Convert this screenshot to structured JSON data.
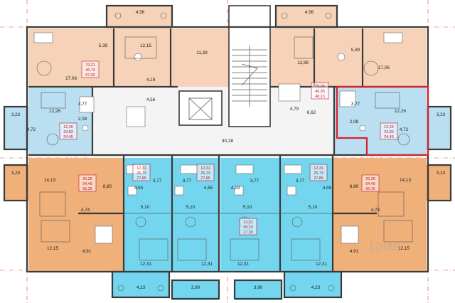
{
  "colors": {
    "peach": "#f6d3b8",
    "orange": "#efb07a",
    "blue": "#b9dff0",
    "cyan": "#74d6ee",
    "common": "#f4f4f4",
    "highlight": "#d8202f",
    "area_text": "#c8102e"
  },
  "room_labels": [
    {
      "id": "balc-top-left",
      "text": "4,56"
    },
    {
      "id": "balc-top-right",
      "text": "4,56"
    },
    {
      "id": "tl-kitchen",
      "text": "5,39"
    },
    {
      "id": "tl-bed",
      "text": "12,15"
    },
    {
      "id": "tl-corr",
      "text": "11,39"
    },
    {
      "id": "tl-living",
      "text": "17,06"
    },
    {
      "id": "tl-hall",
      "text": "4,19"
    },
    {
      "id": "tl-bath",
      "text": "4,56"
    },
    {
      "id": "tr-bed",
      "text": "11,99"
    },
    {
      "id": "tr-kitchen",
      "text": "5,39"
    },
    {
      "id": "tr-living",
      "text": "17,06"
    },
    {
      "id": "tr-hall",
      "text": "4,79"
    },
    {
      "id": "tr-bath",
      "text": "6,62"
    },
    {
      "id": "ml-room",
      "text": "12,26"
    },
    {
      "id": "ml-bath",
      "text": "3,77"
    },
    {
      "id": "ml-kitchen",
      "text": "4,72"
    },
    {
      "id": "ml-wc",
      "text": "2,08"
    },
    {
      "id": "mr-bath",
      "text": "3,77"
    },
    {
      "id": "mr-room",
      "text": "12,26"
    },
    {
      "id": "mr-wc",
      "text": "2,08"
    },
    {
      "id": "mr-kitchen",
      "text": "4,72"
    },
    {
      "id": "corridor",
      "text": "40,28"
    },
    {
      "id": "loggia-l",
      "text": "3,23"
    },
    {
      "id": "loggia-r",
      "text": "3,23"
    },
    {
      "id": "loggia-bl",
      "text": "3,23"
    },
    {
      "id": "loggia-br",
      "text": "3,23"
    },
    {
      "id": "bl-room",
      "text": "14,13"
    },
    {
      "id": "bl-hall",
      "text": "8,80"
    },
    {
      "id": "bl-corr",
      "text": "4,74"
    },
    {
      "id": "bl-bed",
      "text": "12,15"
    },
    {
      "id": "bl-bath",
      "text": "4,91"
    },
    {
      "id": "br-room",
      "text": "14,13"
    },
    {
      "id": "br-hall",
      "text": "8,80"
    },
    {
      "id": "br-corr",
      "text": "4,74"
    },
    {
      "id": "br-bed",
      "text": "12,15"
    },
    {
      "id": "br-bath",
      "text": "4,91"
    },
    {
      "id": "s1-hall",
      "text": "4,55"
    },
    {
      "id": "s1-bath",
      "text": "3,77"
    },
    {
      "id": "s1-kit",
      "text": "5,10"
    },
    {
      "id": "s1-room",
      "text": "12,31"
    },
    {
      "id": "s2-bath",
      "text": "3,77"
    },
    {
      "id": "s2-hall",
      "text": "4,55"
    },
    {
      "id": "s2-kit",
      "text": "5,10"
    },
    {
      "id": "s2-room",
      "text": "12,31"
    },
    {
      "id": "s3-hall",
      "text": "4,19"
    },
    {
      "id": "s3-bath",
      "text": "3,77"
    },
    {
      "id": "s3-kit",
      "text": "5,10"
    },
    {
      "id": "s3-room",
      "text": "12,31"
    },
    {
      "id": "s4-bath",
      "text": "3,77"
    },
    {
      "id": "s4-hall",
      "text": "4,55"
    },
    {
      "id": "s4-kit",
      "text": "5,10"
    },
    {
      "id": "s4-room",
      "text": "12,31"
    },
    {
      "id": "balc-b1",
      "text": "4,23"
    },
    {
      "id": "balc-b2",
      "text": "3,90"
    },
    {
      "id": "balc-b3",
      "text": "3,90"
    },
    {
      "id": "balc-b4",
      "text": "4,23"
    }
  ],
  "apartment_areas": [
    {
      "id": "apt-tl",
      "lines": [
        "79,21",
        "46,74",
        "67,02"
      ]
    },
    {
      "id": "apt-tr",
      "lines": [
        "75,06",
        "46,95",
        "48,13"
      ]
    },
    {
      "id": "apt-ml",
      "lines": [
        "12,26",
        "23,83",
        "24,45"
      ]
    },
    {
      "id": "apt-mr",
      "lines": [
        "12,26",
        "23,83",
        "24,45"
      ]
    },
    {
      "id": "apt-bl",
      "lines": [
        "26,28",
        "64,49",
        "65,39"
      ]
    },
    {
      "id": "apt-br",
      "lines": [
        "26,28",
        "64,49",
        "66,15"
      ]
    },
    {
      "id": "apt-s1",
      "lines": [
        "12,31",
        "25,73",
        "27,85"
      ]
    },
    {
      "id": "apt-s2",
      "lines": [
        "12,31",
        "25,13",
        "27,85"
      ]
    },
    {
      "id": "apt-s3",
      "lines": [
        "12,31",
        "25,20",
        "27,30"
      ]
    },
    {
      "id": "apt-s4",
      "lines": [
        "12,31",
        "25,73",
        "27,85"
      ]
    }
  ],
  "watermark": "Циан"
}
